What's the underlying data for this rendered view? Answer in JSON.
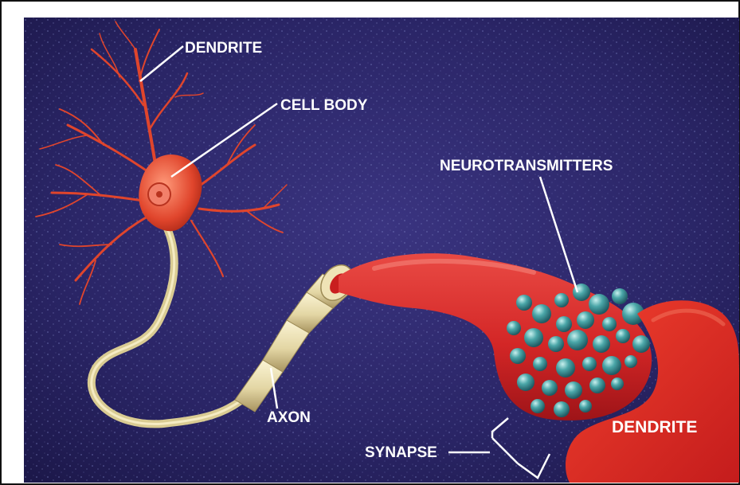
{
  "labels": {
    "dendrite_top": "DENDRITE",
    "cell_body": "CELL BODY",
    "neurotransmitters": "NEUROTRANSMITTERS",
    "axon": "AXON",
    "synapse": "SYNAPSE",
    "dendrite_bottom": "DENDRITE"
  },
  "colors": {
    "background": "#241f5c",
    "neuron": "#e0452c",
    "axon_sheath": "#e6dcb0",
    "terminal": "#d8282a",
    "vesicle": "#4aa6a8",
    "label": "#ffffff"
  }
}
